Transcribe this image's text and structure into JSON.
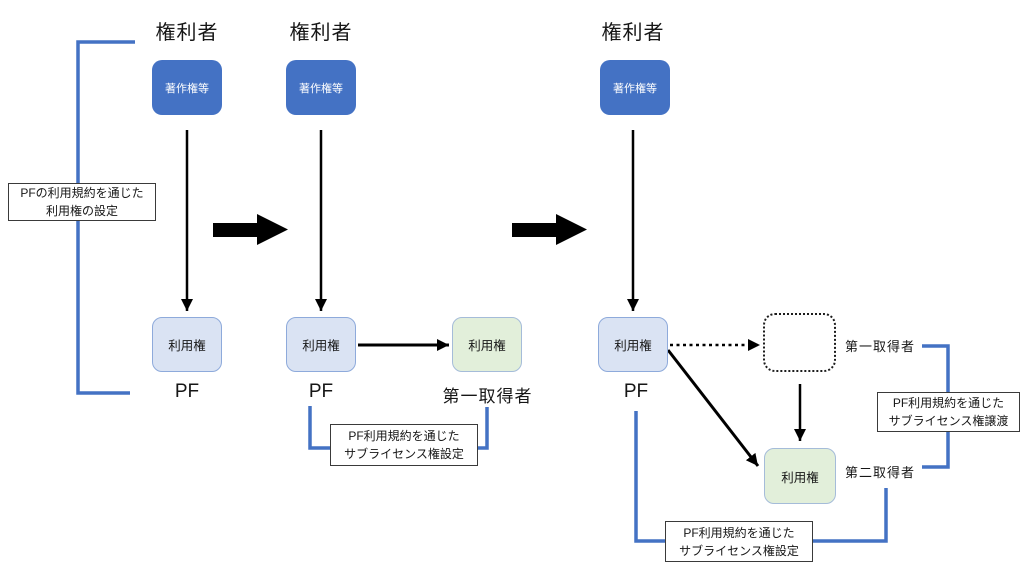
{
  "colors": {
    "accent_blue": "#4472C4",
    "light_blue_fill": "#DAE3F3",
    "light_blue_border": "#8EAADB",
    "green_fill": "#E2EFDA",
    "green_border": "#A5BCD9",
    "bracket_blue": "#4472C4",
    "arrow_black": "#000000"
  },
  "stage1": {
    "actor_top": "権利者",
    "copyright_box_label": "著作権等",
    "usage_right_box_label": "利用権",
    "platform_label": "PF",
    "note": {
      "line1": "PFの利用規約を通じた",
      "line2": "利用権の設定"
    }
  },
  "stage2": {
    "actor_top": "権利者",
    "copyright_box_label": "著作権等",
    "usage_right_box_label": "利用権",
    "platform_label": "PF",
    "sublicense_box_label": "利用権",
    "first_acquirer_label": "第一取得者",
    "note": {
      "line1": "PF利用規約を通じた",
      "line2": "サブライセンス権設定"
    }
  },
  "stage3": {
    "actor_top": "権利者",
    "copyright_box_label": "著作権等",
    "usage_right_box_label": "利用権",
    "platform_label": "PF",
    "first_acquirer_label": "第一取得者",
    "second_acquirer_label": "第二取得者",
    "sublicense_box_label": "利用権",
    "transfer_note": {
      "line1": "PF利用規約を通じた",
      "line2": "サブライセンス権譲渡"
    },
    "setting_note": {
      "line1": "PF利用規約を通じた",
      "line2": "サブライセンス権設定"
    }
  }
}
